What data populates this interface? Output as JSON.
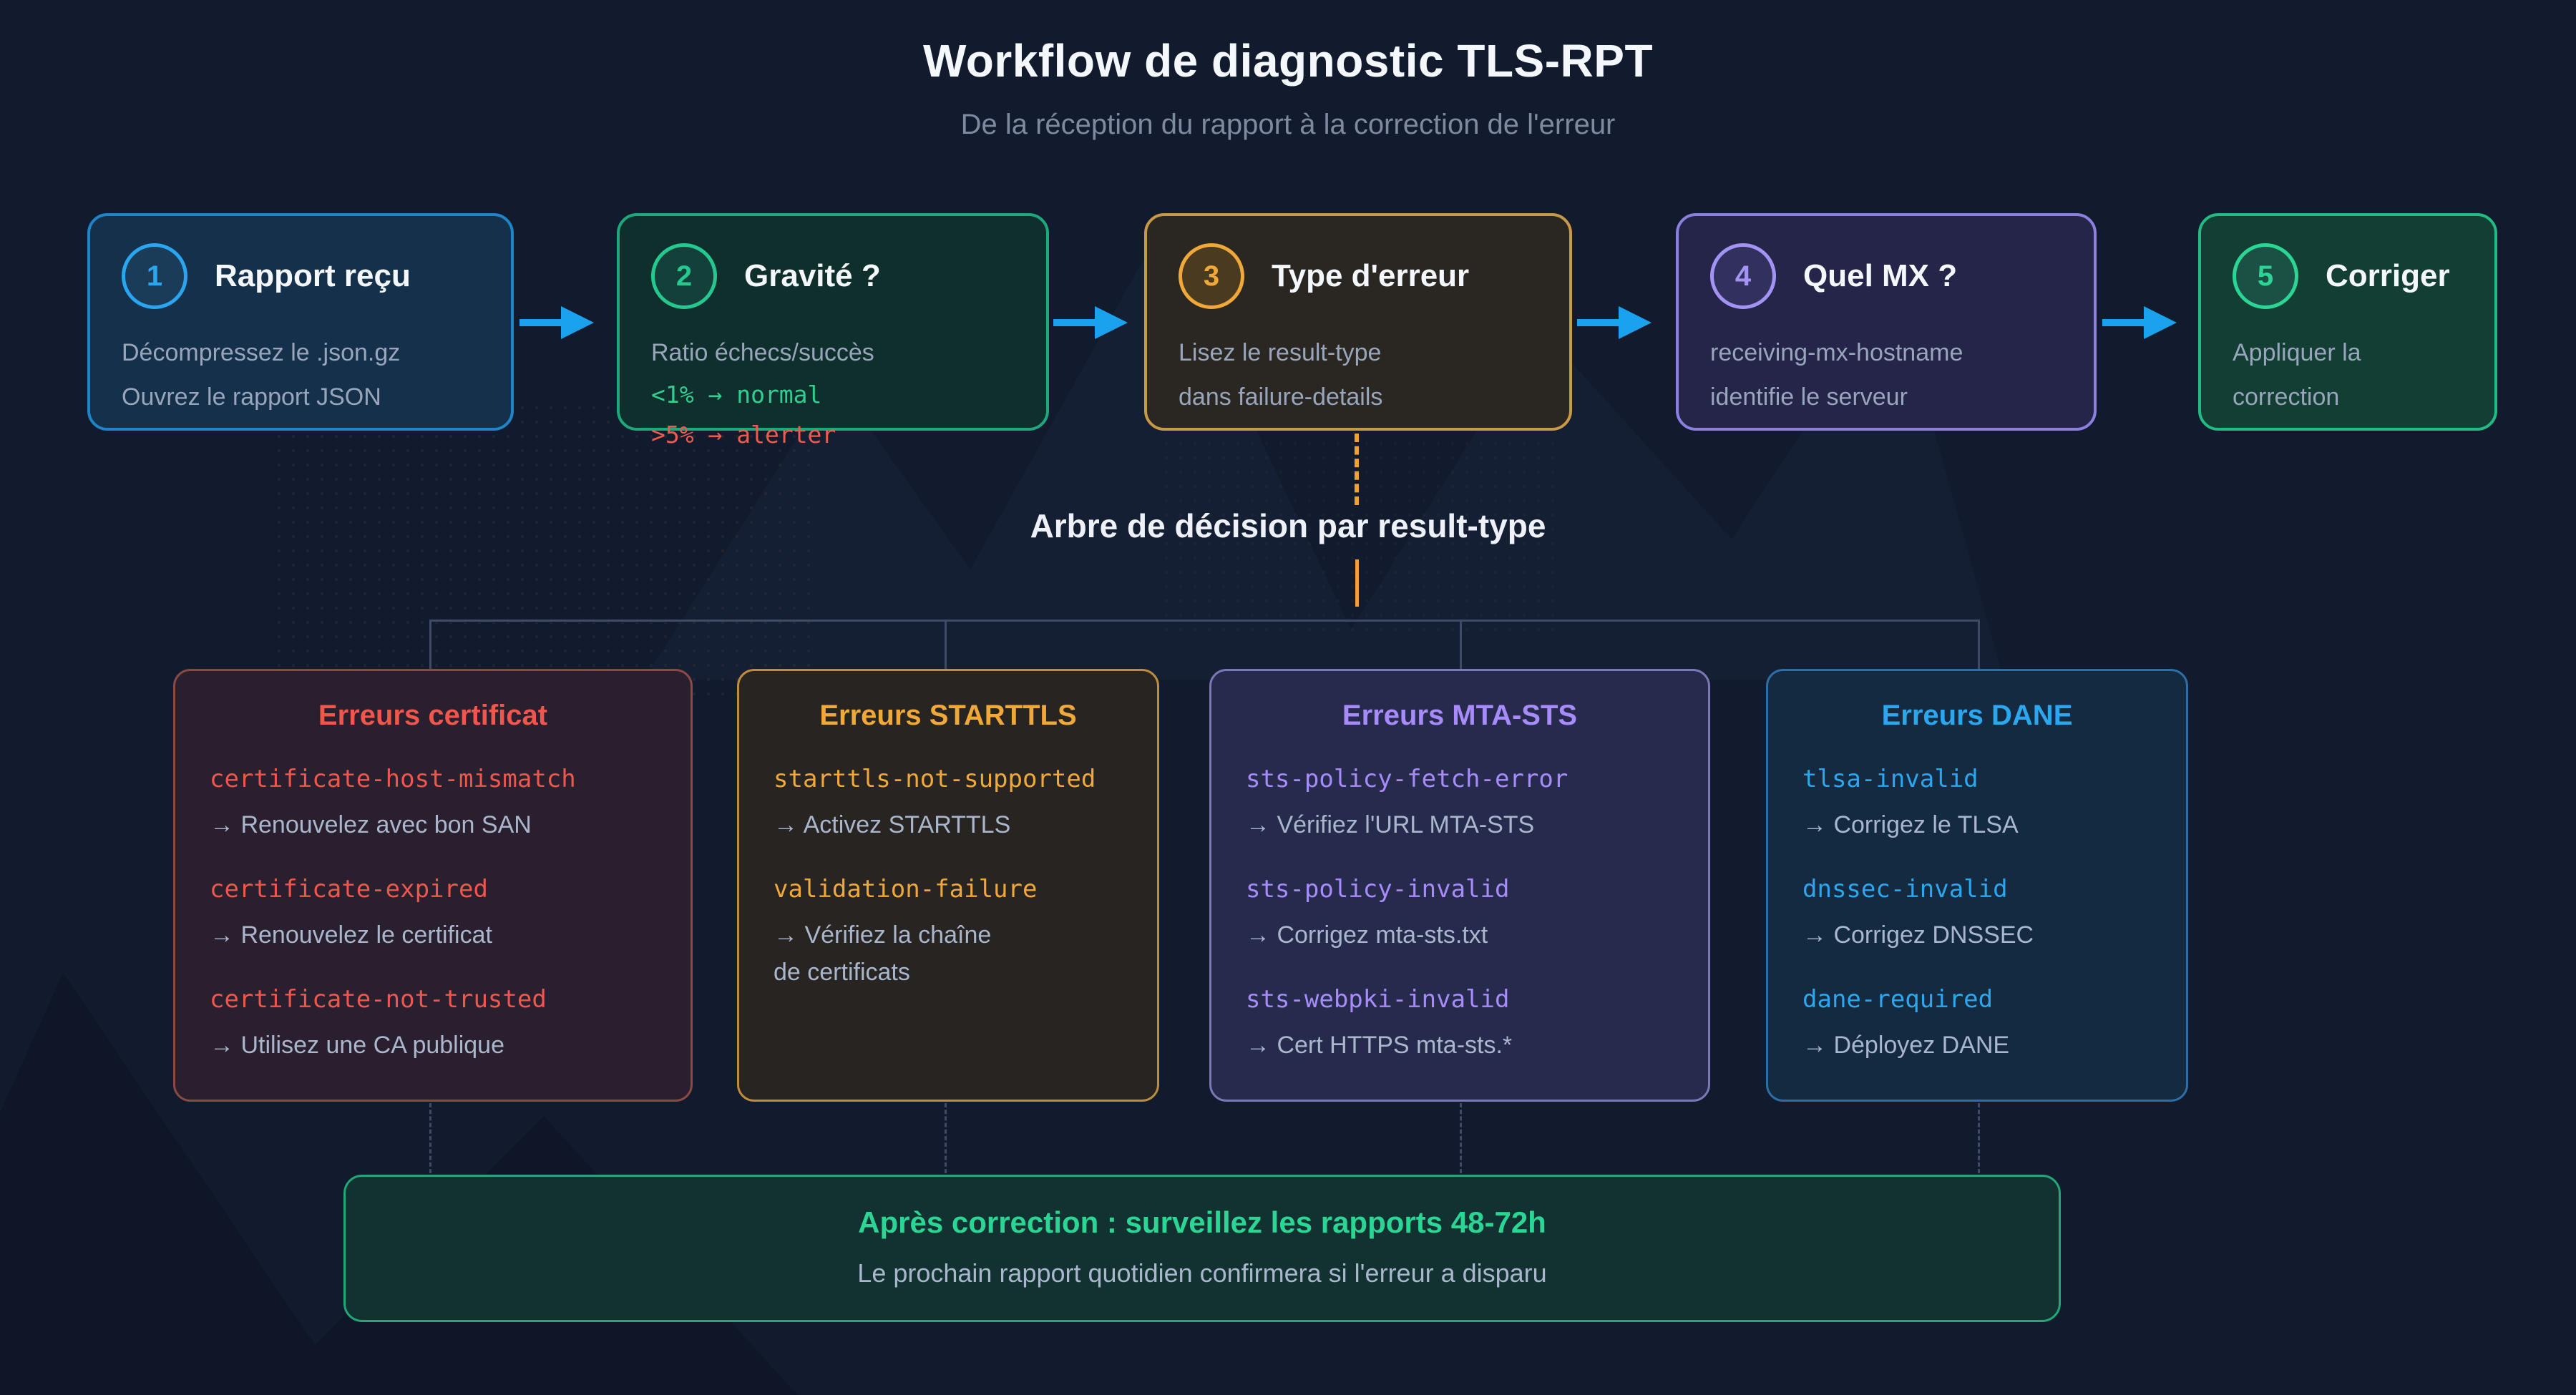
{
  "header": {
    "title": "Workflow de diagnostic TLS-RPT",
    "subtitle": "De la réception du rapport à la correction de l'erreur"
  },
  "steps": [
    {
      "number": "1",
      "title": "Rapport reçu",
      "line1": "Décompressez le .json.gz",
      "line2": "Ouvrez le rapport JSON"
    },
    {
      "number": "2",
      "title": "Gravité ?",
      "line1": "Ratio échecs/succès",
      "code1": "<1% → normal",
      "code2": ">5% → alerter"
    },
    {
      "number": "3",
      "title": "Type d'erreur",
      "line1": "Lisez le result-type",
      "line2": "dans failure-details"
    },
    {
      "number": "4",
      "title": "Quel MX ?",
      "line1": "receiving-mx-hostname",
      "line2": "identifie le serveur"
    },
    {
      "number": "5",
      "title": "Corriger",
      "line1": "Appliquer la",
      "line2": "correction"
    }
  ],
  "decision_heading": "Arbre de décision par result-type",
  "branches": [
    {
      "title": "Erreurs certificat",
      "items": [
        {
          "code": "certificate-host-mismatch",
          "fix": "→ Renouvelez avec bon SAN"
        },
        {
          "code": "certificate-expired",
          "fix": "→ Renouvelez le certificat"
        },
        {
          "code": "certificate-not-trusted",
          "fix": "→ Utilisez une CA publique"
        }
      ]
    },
    {
      "title": "Erreurs STARTTLS",
      "items": [
        {
          "code": "starttls-not-supported",
          "fix": "→ Activez STARTTLS"
        },
        {
          "code": "validation-failure",
          "fix": "→ Vérifiez la chaîne",
          "fix2": "de certificats"
        }
      ]
    },
    {
      "title": "Erreurs MTA-STS",
      "items": [
        {
          "code": "sts-policy-fetch-error",
          "fix": "→ Vérifiez l'URL MTA-STS"
        },
        {
          "code": "sts-policy-invalid",
          "fix": "→ Corrigez mta-sts.txt"
        },
        {
          "code": "sts-webpki-invalid",
          "fix": "→ Cert HTTPS mta-sts.*"
        }
      ]
    },
    {
      "title": "Erreurs DANE",
      "items": [
        {
          "code": "tlsa-invalid",
          "fix": "→ Corrigez le TLSA"
        },
        {
          "code": "dnssec-invalid",
          "fix": "→ Corrigez DNSSEC"
        },
        {
          "code": "dane-required",
          "fix": "→ Déployez DANE"
        }
      ]
    }
  ],
  "footer": {
    "title": "Après correction : surveillez les rapports 48-72h",
    "subtitle": "Le prochain rapport quotidien confirmera si l'erreur a disparu"
  },
  "colors": {
    "background": "#111b2d",
    "arrow_blue": "#1ba2ee",
    "step1_accent": "#2aa6f0",
    "step2_accent": "#25c98f",
    "step3_accent": "#f0a838",
    "step4_accent": "#a393f5",
    "step5_accent": "#2bd694",
    "code_green": "#2fcf92",
    "code_red": "#ef5a4e",
    "branch_cert_accent": "#ef564c",
    "branch_starttls_accent": "#f0a838",
    "branch_mta_accent": "#a78bfa",
    "branch_dane_accent": "#2ba7f0",
    "connector_gray": "#3e4b66",
    "connector_orange": "#f0a132",
    "banner_green": "#2bd694"
  }
}
